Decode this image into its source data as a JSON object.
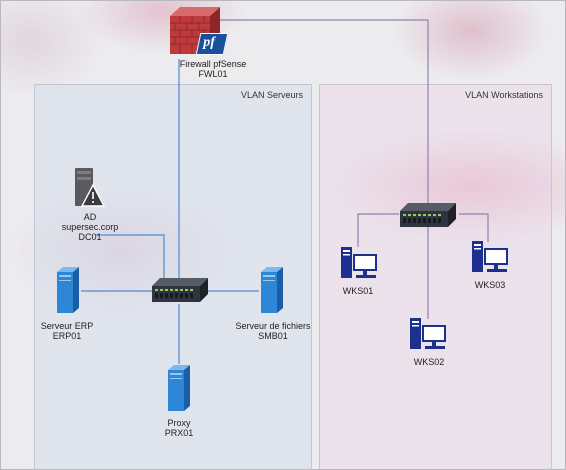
{
  "zones": {
    "servers": "VLAN Serveurs",
    "workstations": "VLAN Workstations"
  },
  "nodes": {
    "firewall": {
      "name": "Firewall pfSense",
      "host": "FWL01",
      "logo_text": "pf"
    },
    "ad": {
      "name": "AD",
      "domain": "supersec.corp",
      "host": "DC01"
    },
    "erp": {
      "name": "Serveur ERP",
      "host": "ERP01"
    },
    "smb": {
      "name": "Serveur de fichiers",
      "host": "SMB01"
    },
    "proxy": {
      "name": "Proxy",
      "host": "PRX01"
    },
    "wks01": {
      "host": "WKS01"
    },
    "wks02": {
      "host": "WKS02"
    },
    "wks03": {
      "host": "WKS03"
    }
  },
  "colors": {
    "firewall_brick": "#c0393b",
    "server_blue": "#2e86d6",
    "workstation_navy": "#1d2f8f",
    "switch_dark": "#2f3540",
    "link_blue": "#4d8cd0",
    "link_purple": "#8f82ae",
    "ad_server_gray": "#5a5a5e"
  },
  "icons": {
    "firewall": "brick-wall-firewall-icon",
    "switch": "network-switch-icon",
    "server": "rack-server-icon",
    "workstation": "desktop-computer-icon",
    "ad": "server-warning-icon"
  }
}
